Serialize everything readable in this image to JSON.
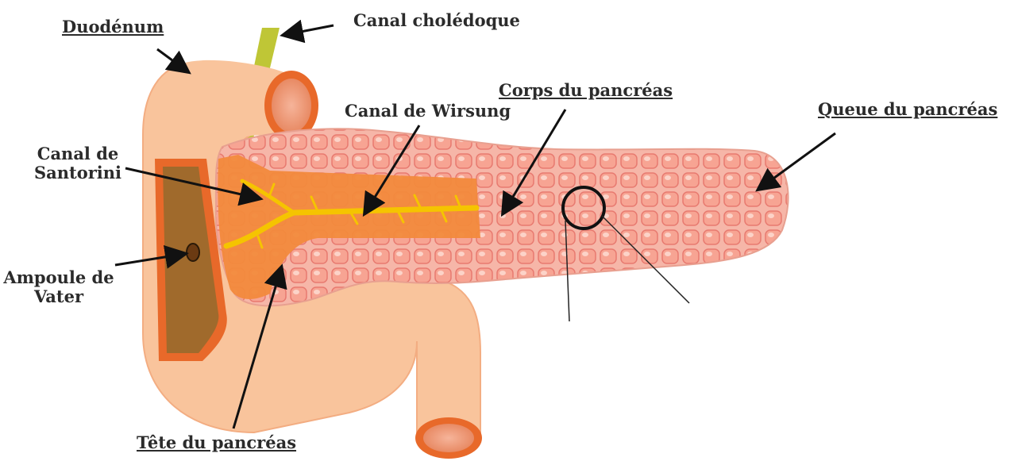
{
  "labels": {
    "duodenum": "Duodénum",
    "canal_choledoque": "Canal cholédoque",
    "corps_pancreas": "Corps du pancréas",
    "queue_pancreas": "Queue du pancréas",
    "canal_wirsung": "Canal de Wirsung",
    "canal_santorini_line1": "Canal de",
    "canal_santorini_line2": "Santorini",
    "ampoule_line1": "Ampoule de",
    "ampoule_line2": "Vater",
    "tete_pancreas": "Tête du pancréas"
  },
  "colors": {
    "duodenum": "#f9c49c",
    "duodenum_dark": "#e8692a",
    "lumen": "#a06a2c",
    "pancreas_cell": "#f5a89a",
    "pancreas_border": "#e87a70",
    "duct": "#f5c400",
    "bile_duct": "#b8c020",
    "head_tissue": "#f28a3c",
    "arrow": "#111111"
  }
}
